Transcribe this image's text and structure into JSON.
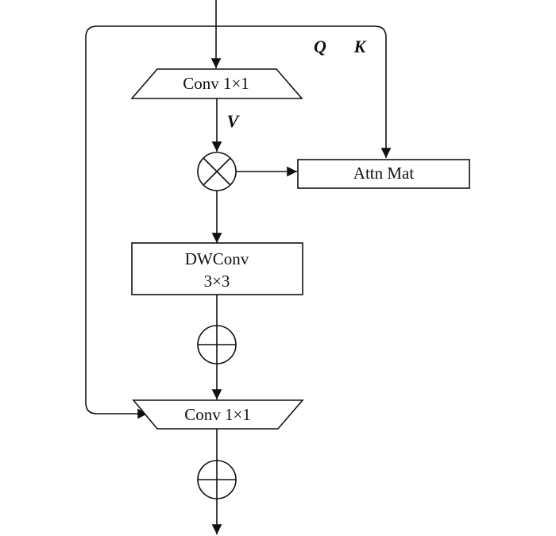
{
  "labels": {
    "q": "Q",
    "k": "K",
    "v": "V",
    "conv_top": "Conv 1×1",
    "attn_mat": "Attn Mat",
    "dwconv_line1": "DWConv",
    "dwconv_line2": "3×3",
    "conv_bottom": "Conv 1×1"
  },
  "operators": {
    "multiply": "element-wise multiply",
    "add_1": "element-wise add",
    "add_2": "element-wise add"
  },
  "colors": {
    "line": "#111111",
    "fill": "#ffffff"
  }
}
